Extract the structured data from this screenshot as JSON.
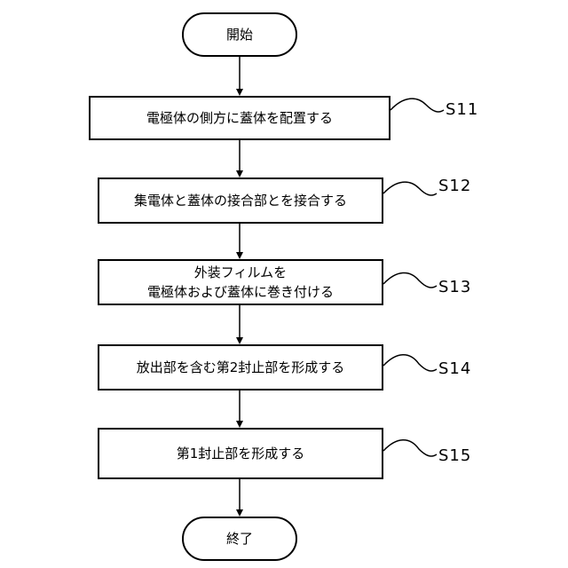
{
  "flowchart": {
    "start": "開始",
    "end": "終了",
    "steps": [
      {
        "id": "S11",
        "text": "電極体の側方に蓋体を配置する"
      },
      {
        "id": "S12",
        "text": "集電体と蓋体の接合部とを接合する"
      },
      {
        "id": "S13",
        "text": "外装フィルムを\n電極体および蓋体に巻き付ける"
      },
      {
        "id": "S14",
        "text": "放出部を含む第2封止部を形成する"
      },
      {
        "id": "S15",
        "text": "第1封止部を形成する"
      }
    ]
  }
}
